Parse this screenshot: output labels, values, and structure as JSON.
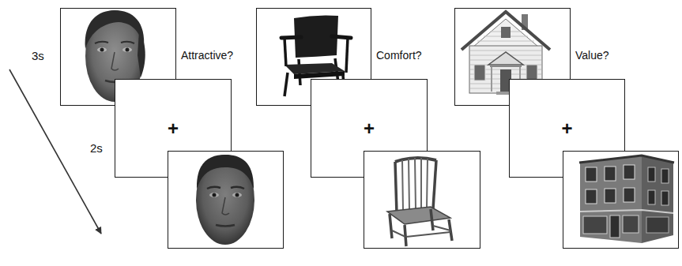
{
  "diagram": {
    "nodes": [
      {
        "text": [
          "Attractive?"
        ]
      },
      {
        "text": [
          "+"
        ]
      },
      {
        "text": [
          "Comfort?"
        ]
      },
      {
        "text": [
          "+"
        ]
      },
      {
        "text": [
          "Value?"
        ]
      },
      {
        "text": [
          "+"
        ]
      }
    ],
    "labels": [
      "3s",
      "2s"
    ]
  }
}
